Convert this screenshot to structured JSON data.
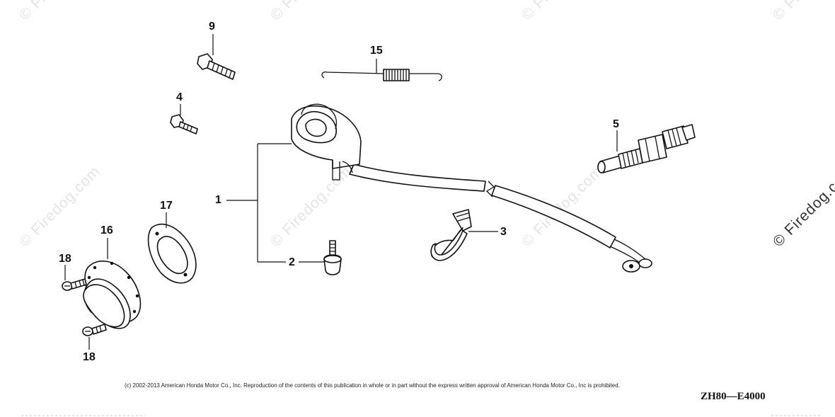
{
  "watermark": {
    "text": "© Firedog.com",
    "color": "#e4e4e4"
  },
  "callouts": {
    "p1": "1",
    "p2": "2",
    "p3": "3",
    "p4": "4",
    "p5": "5",
    "p9": "9",
    "p15": "15",
    "p16": "16",
    "p17": "17",
    "p18a": "18",
    "p18b": "18"
  },
  "footer": {
    "copyright": "(c) 2002-2013 American Honda Motor Co., Inc. Reproduction of the contents of this publication in whole or in part without the express written approval of American Honda Motor Co., Inc is prohibited.",
    "diagram_code": "ZH80—E4000"
  }
}
